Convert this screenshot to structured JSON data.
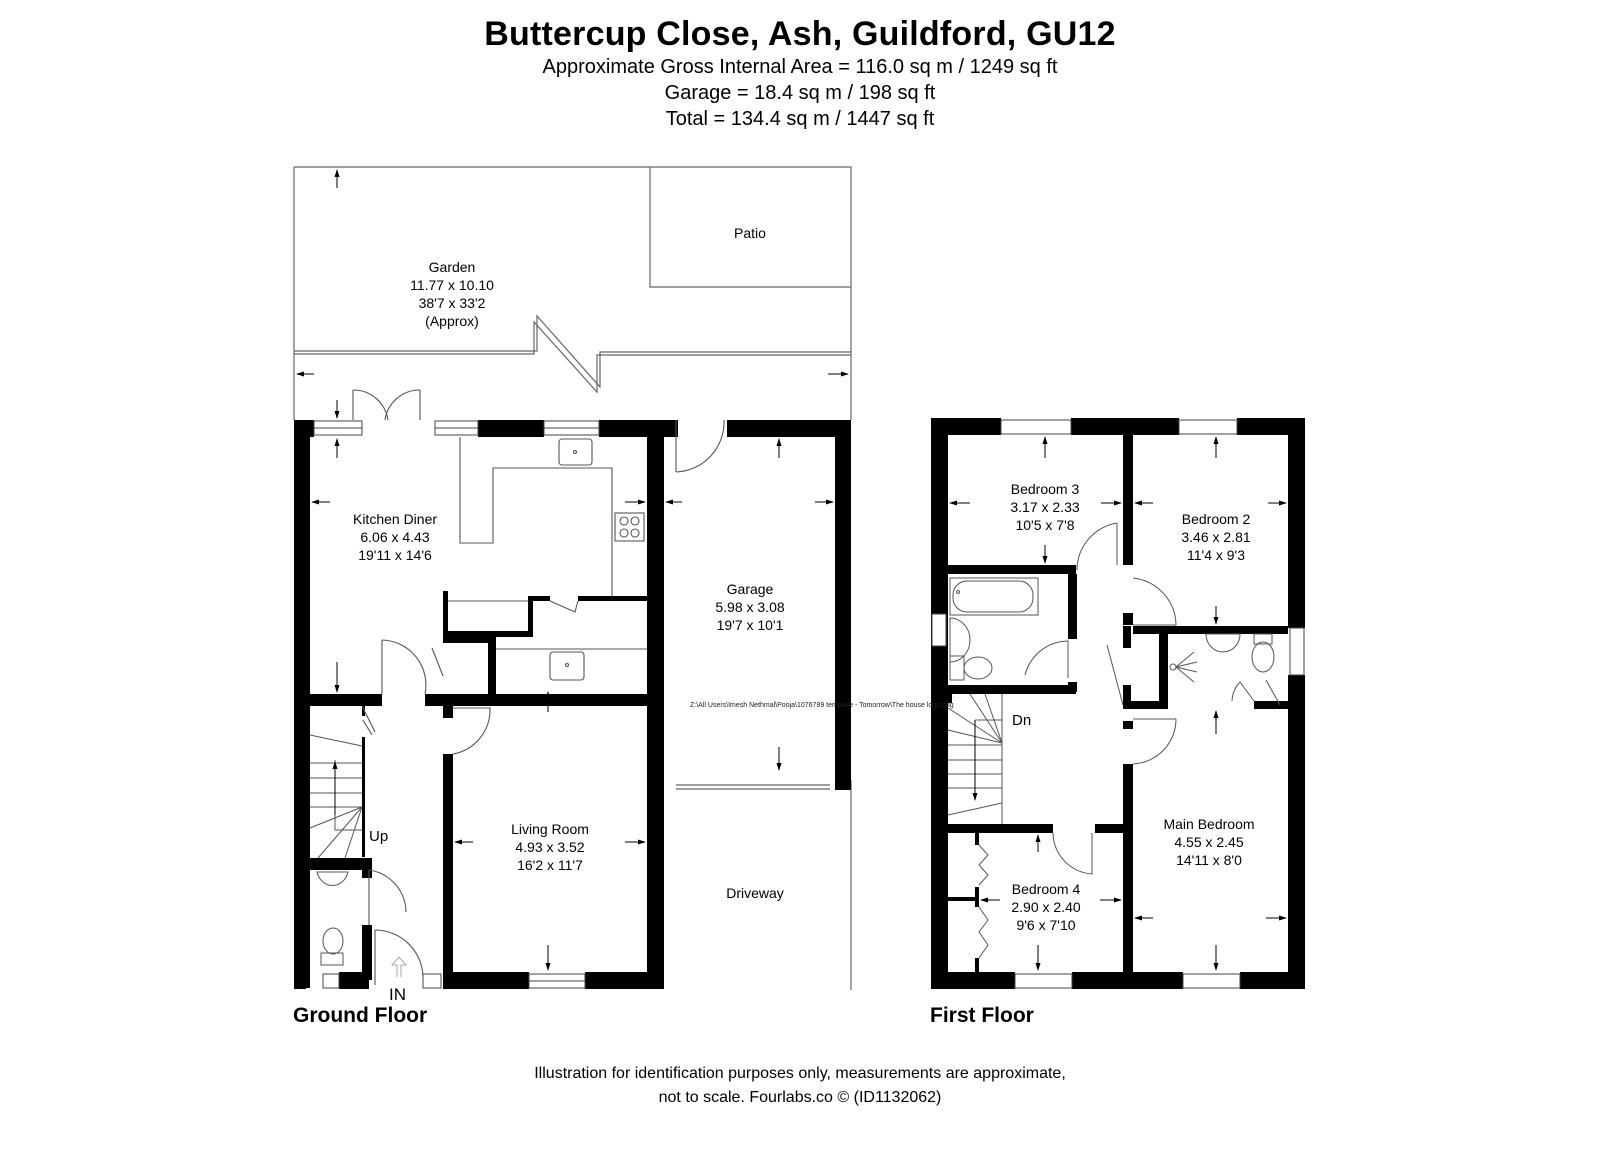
{
  "header": {
    "title": "Buttercup Close, Ash, Guildford, GU12",
    "gross_area": "Approximate Gross Internal Area = 116.0 sq m / 1249 sq ft",
    "garage_area": "Garage = 18.4 sq m / 198 sq ft",
    "total_area": "Total = 134.4 sq m / 1447 sq ft"
  },
  "ground_floor": {
    "title": "Ground Floor",
    "rooms": {
      "garden": {
        "name": "Garden",
        "metric": "11.77 x 10.10",
        "imperial": "38'7 x 33'2",
        "note": "(Approx)"
      },
      "patio": {
        "name": "Patio"
      },
      "kitchen": {
        "name": "Kitchen Diner",
        "metric": "6.06 x 4.43",
        "imperial": "19'11 x 14'6"
      },
      "garage": {
        "name": "Garage",
        "metric": "5.98 x 3.08",
        "imperial": "19'7 x 10'1"
      },
      "living": {
        "name": "Living Room",
        "metric": "4.93 x 3.52",
        "imperial": "16'2 x 11'7"
      },
      "driveway": {
        "name": "Driveway"
      }
    },
    "stairs_label": "Up",
    "entrance_label": "IN",
    "file_path": "Z:\\All Users\\Imesh Nethmal\\Pooja\\1076789 template - Tomorrow\\The house logo.png"
  },
  "first_floor": {
    "title": "First Floor",
    "rooms": {
      "bed3": {
        "name": "Bedroom 3",
        "metric": "3.17 x 2.33",
        "imperial": "10'5 x 7'8"
      },
      "bed2": {
        "name": "Bedroom 2",
        "metric": "3.46 x 2.81",
        "imperial": "11'4 x 9'3"
      },
      "main": {
        "name": "Main Bedroom",
        "metric": "4.55 x 2.45",
        "imperial": "14'11 x 8'0"
      },
      "bed4": {
        "name": "Bedroom 4",
        "metric": "2.90 x 2.40",
        "imperial": "9'6 x 7'10"
      }
    },
    "stairs_label": "Dn"
  },
  "footer": {
    "line1": "Illustration for identification purposes only, measurements are approximate,",
    "line2": "not to scale. Fourlabs.co © (ID1132062)"
  },
  "colors": {
    "wall": "#000000",
    "line": "#555555",
    "background": "#ffffff"
  }
}
